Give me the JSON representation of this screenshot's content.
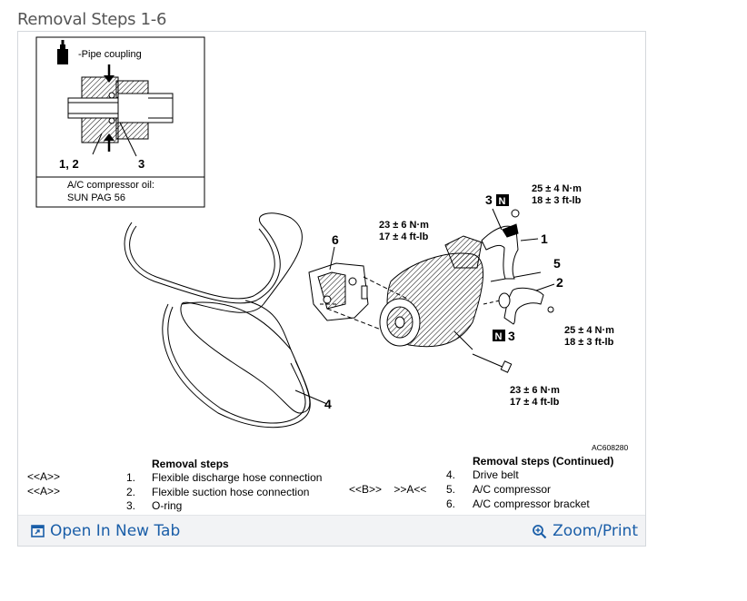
{
  "page": {
    "title": "Removal Steps 1-6"
  },
  "inset": {
    "label": "-Pipe coupling",
    "part_left": "1, 2",
    "part_right": "3",
    "oil_line1": "A/C compressor oil:",
    "oil_line2": "SUN PAG 56"
  },
  "callouts": {
    "c1": "1",
    "c2": "2",
    "c3_top": "3",
    "c3_bottom": "3",
    "c4": "4",
    "c5": "5",
    "c6": "6",
    "n_badge": "N"
  },
  "torques": {
    "t1_nm": "25 ± 4 N·m",
    "t1_ft": "18 ± 3 ft-lb",
    "t2_nm": "23 ± 6 N·m",
    "t2_ft": "17 ± 4 ft-lb",
    "t3_nm": "25 ± 4 N·m",
    "t3_ft": "18 ± 3 ft-lb",
    "t4_nm": "23 ± 6 N·m",
    "t4_ft": "17 ± 4 ft-lb"
  },
  "figure_code": "AC608280",
  "steps": {
    "left_title": "Removal steps",
    "right_title": "Removal steps (Continued)",
    "left": [
      {
        "ref": "<<A>>",
        "num": "1.",
        "text": "Flexible discharge hose connection"
      },
      {
        "ref": "<<A>>",
        "num": "2.",
        "text": "Flexible suction hose connection"
      },
      {
        "ref": "",
        "num": "3.",
        "text": "O-ring"
      }
    ],
    "right": [
      {
        "ref": "",
        "num": "4.",
        "text": "Drive belt"
      },
      {
        "ref": "<<B>>    >>A<<",
        "num": "5.",
        "text": "A/C compressor"
      },
      {
        "ref": "",
        "num": "6.",
        "text": "A/C compressor bracket"
      }
    ]
  },
  "footer": {
    "open_label": "Open In New Tab",
    "zoom_label": "Zoom/Print",
    "link_color": "#1a5ea8"
  }
}
